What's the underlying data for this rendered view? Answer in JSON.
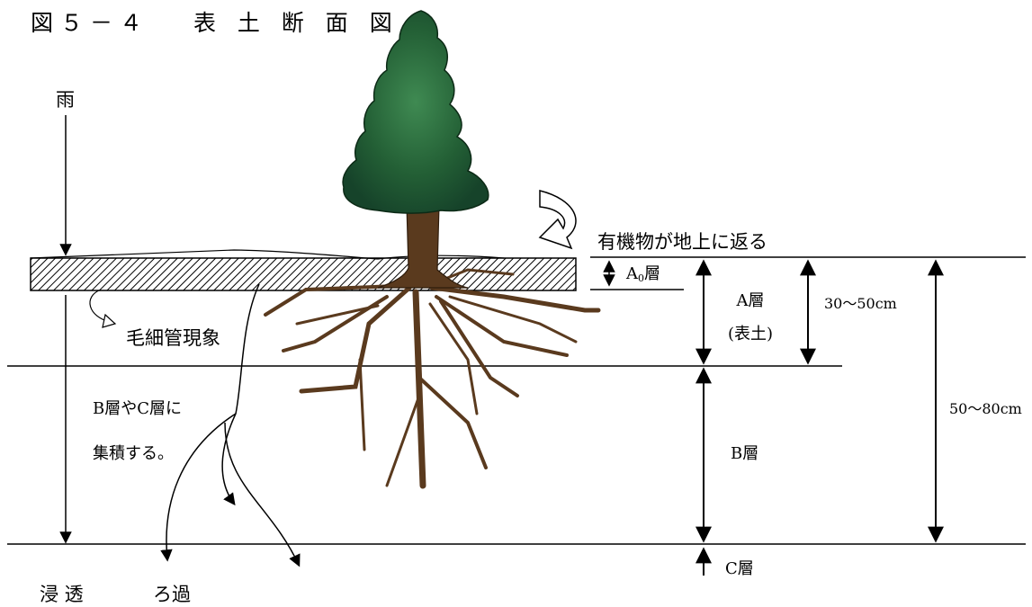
{
  "title": "図５－４　 表 土 断 面 図",
  "labels": {
    "rain": "雨",
    "organic_return": "有機物が地上に返る",
    "capillary": "毛細管現象",
    "accumulate_line1": "B層やC層に",
    "accumulate_line2": "集積する。",
    "infiltration": "浸 透",
    "filtration": "ろ過"
  },
  "layers": {
    "a0": {
      "prefix": "A",
      "sub": "0",
      "suffix": "層"
    },
    "a_line1": "A層",
    "a_line2": "(表土)",
    "b": "B層",
    "c": "C層"
  },
  "measurements": {
    "topsoil_depth": "30～50cm",
    "total_depth": "50～80cm"
  },
  "colors": {
    "foliage_dark": "#1c5a2e",
    "foliage_light": "#3f8a52",
    "trunk": "#5a3a1e",
    "root": "#6b4326",
    "line": "#000000"
  }
}
